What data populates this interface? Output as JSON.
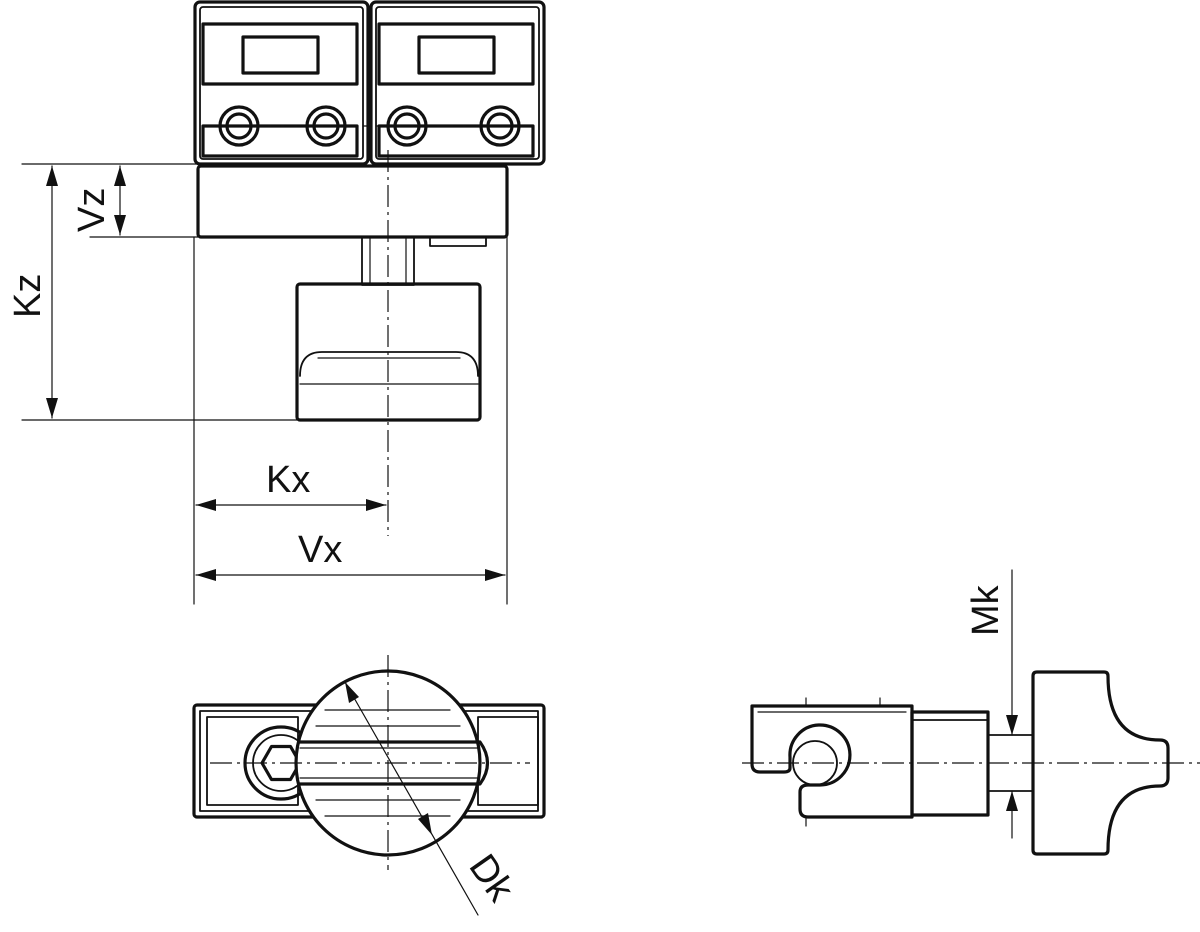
{
  "dimensions": {
    "kz": "Kz",
    "vz": "Vz",
    "kx": "Kx",
    "vx": "Vx",
    "mk": "Mk",
    "dk": "Dk"
  }
}
